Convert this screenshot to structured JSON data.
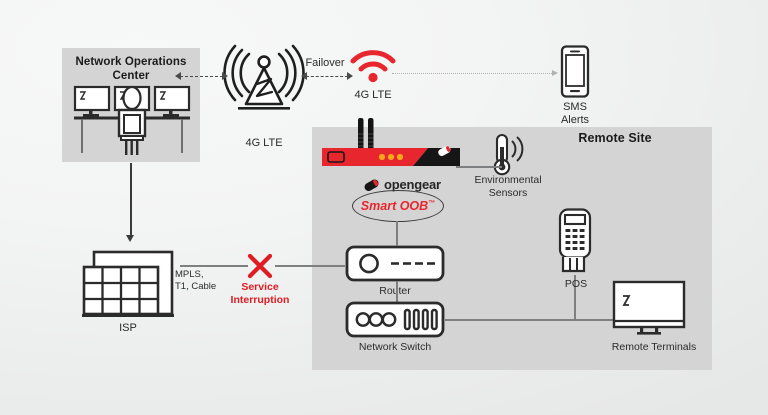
{
  "diagram": {
    "title": "Opengear Smart OOB remote site failover network diagram",
    "background_color": "#eef0f0",
    "region_fill": "#d4d4d4",
    "accent_red": "#e11b22",
    "line_color": "#7d7f80"
  },
  "regions": [
    {
      "id": "noc",
      "title": "Network Operations\nCenter"
    },
    {
      "id": "remote_site",
      "title": "Remote Site"
    }
  ],
  "nodes": {
    "noc_icon": {
      "label": "",
      "icon": "operator-workstation-icon"
    },
    "cell_tower": {
      "label": "4G LTE",
      "icon": "cell-tower-icon"
    },
    "wifi_lte": {
      "label": "4G LTE",
      "icon": "wifi-signal-icon"
    },
    "sms_phone": {
      "label": "SMS\nAlerts",
      "icon": "mobile-phone-icon"
    },
    "environmental": {
      "label": "Environmental\nSensors",
      "icon": "thermometer-icon"
    },
    "isp": {
      "label": "ISP",
      "icon": "building-icon"
    },
    "router": {
      "label": "Router",
      "icon": "router-icon"
    },
    "switch": {
      "label": "Network Switch",
      "icon": "network-switch-icon"
    },
    "pos": {
      "label": "POS",
      "icon": "pos-terminal-icon"
    },
    "terminals": {
      "label": "Remote Terminals",
      "icon": "monitor-icon"
    }
  },
  "appliance": {
    "brand": "opengear",
    "brand_icon": "opengear-logo-icon",
    "badge_text": "Smart OOB",
    "badge_tm": "™",
    "chassis_color": "#e8262d",
    "led_color": "#f6a71b",
    "led_count": 3
  },
  "connections": {
    "failover_label": "Failover",
    "link_label": "MPLS,\nT1, Cable",
    "interruption_label": "Service\nInterruption",
    "interruption_icon": "red-x-icon"
  }
}
